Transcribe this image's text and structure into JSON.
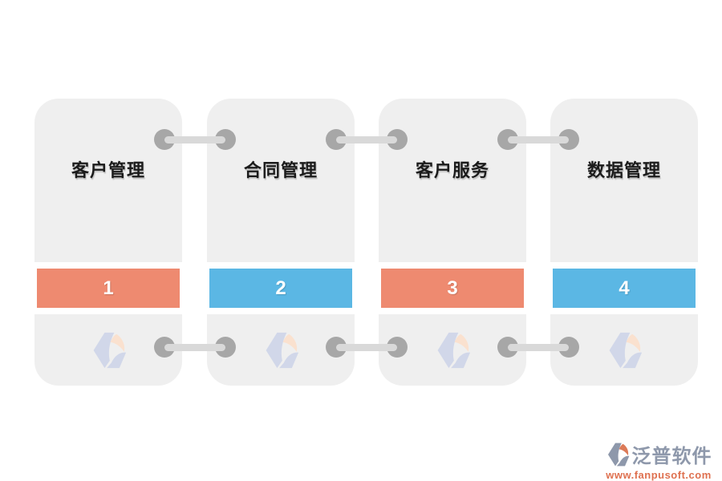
{
  "diagram": {
    "steps": [
      {
        "label": "客户管理",
        "number": "1",
        "bar_color": "#ee8a70"
      },
      {
        "label": "合同管理",
        "number": "2",
        "bar_color": "#5bb7e4"
      },
      {
        "label": "客户服务",
        "number": "3",
        "bar_color": "#ee8a70"
      },
      {
        "label": "数据管理",
        "number": "4",
        "bar_color": "#5bb7e4"
      }
    ],
    "colors": {
      "card_background": "#efefef",
      "accent_orange": "#ee8a70",
      "accent_blue": "#5bb7e4",
      "connector_dot": "#a7a7a7",
      "connector_line": "#d9d9d9",
      "label_text": "#1b1b1b",
      "number_text": "#ffffff",
      "watermark_blue": "#ccd3e8",
      "watermark_peach": "#fcdfca"
    },
    "icons": {
      "watermark": "fanpu-watermark-icon",
      "brand": "fanpusoft-logo-icon"
    }
  },
  "footer": {
    "brand": "泛普软件",
    "url": "www.fanpusoft.com",
    "brand_color": "#8e98ab",
    "url_color": "#df7150"
  }
}
